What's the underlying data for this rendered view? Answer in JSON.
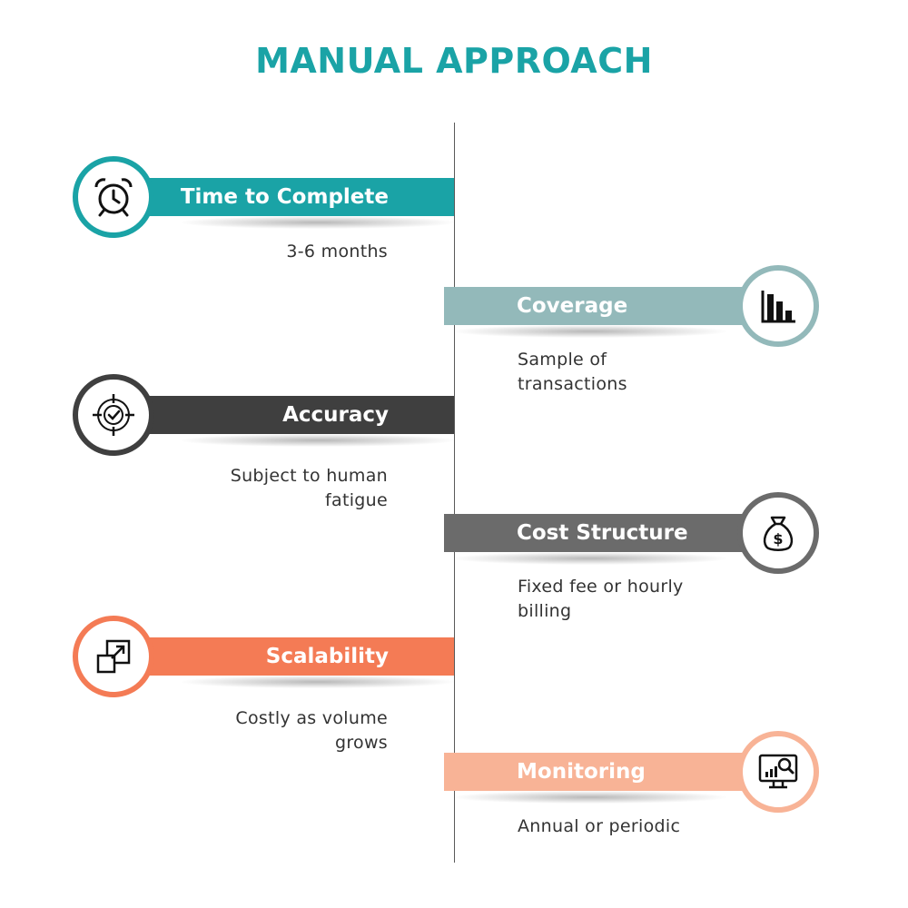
{
  "title": "MANUAL APPROACH",
  "items": [
    {
      "label": "Time to Complete",
      "desc": [
        "3-6 months"
      ],
      "side": "left",
      "color": "#1aa3a6",
      "icon": "alarm-clock-icon"
    },
    {
      "label": "Coverage",
      "desc": [
        "Sample of",
        "transactions"
      ],
      "side": "right",
      "color": "#93b9ba",
      "icon": "bar-chart-icon"
    },
    {
      "label": "Accuracy",
      "desc": [
        "Subject to human",
        "fatigue"
      ],
      "side": "left",
      "color": "#3f3f3f",
      "icon": "target-check-icon"
    },
    {
      "label": "Cost Structure",
      "desc": [
        "Fixed fee or hourly",
        "billing"
      ],
      "side": "right",
      "color": "#6b6b6b",
      "icon": "money-bag-icon"
    },
    {
      "label": "Scalability",
      "desc": [
        "Costly as volume",
        "grows"
      ],
      "side": "left",
      "color": "#f47b55",
      "icon": "expand-icon"
    },
    {
      "label": "Monitoring",
      "desc": [
        "Annual or periodic"
      ],
      "side": "right",
      "color": "#f8b396",
      "icon": "monitor-search-icon"
    }
  ]
}
